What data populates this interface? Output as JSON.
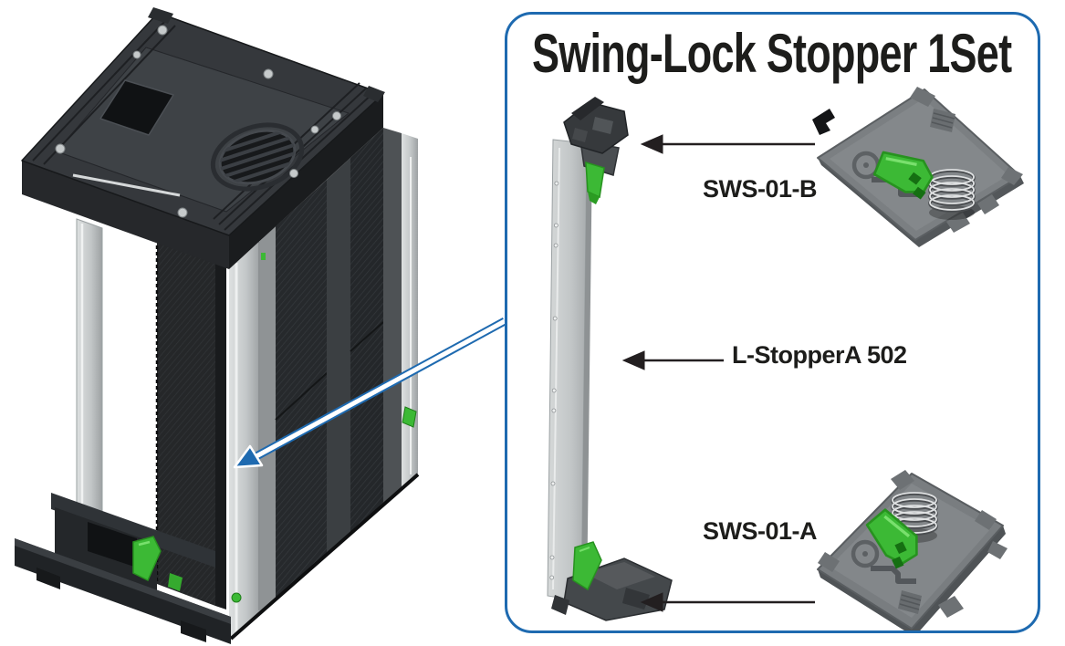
{
  "callout": {
    "title": "Swing-Lock Stopper 1Set",
    "parts": [
      {
        "id": "sws-01-b",
        "label": "SWS-01-B"
      },
      {
        "id": "l-stopper-a-502",
        "label": "L-StopperA 502"
      },
      {
        "id": "sws-01-a",
        "label": "SWS-01-A"
      }
    ]
  },
  "illustrations": {
    "main": "smt-magazine-rack",
    "rail": "l-stopper-rail",
    "rail_top_unit": "swing-lock-stopper-top",
    "rail_bottom_unit": "swing-lock-stopper-bottom",
    "detail_top": "sws-01-b-unit",
    "detail_bottom": "sws-01-a-unit",
    "pointer": "blue-callout-arrow"
  },
  "colors": {
    "callout_border_blue": "#1e6ab0",
    "pointer_arrow_blue": "#1e6ab0",
    "label_arrow_black": "#231f20",
    "text_black": "#1d1d1b",
    "part_green": "#3cb935",
    "plastic_dark_gray": "#2e3134",
    "plastic_mid_gray": "#7b7f82",
    "rail_light_gray": "#c8cccd"
  }
}
